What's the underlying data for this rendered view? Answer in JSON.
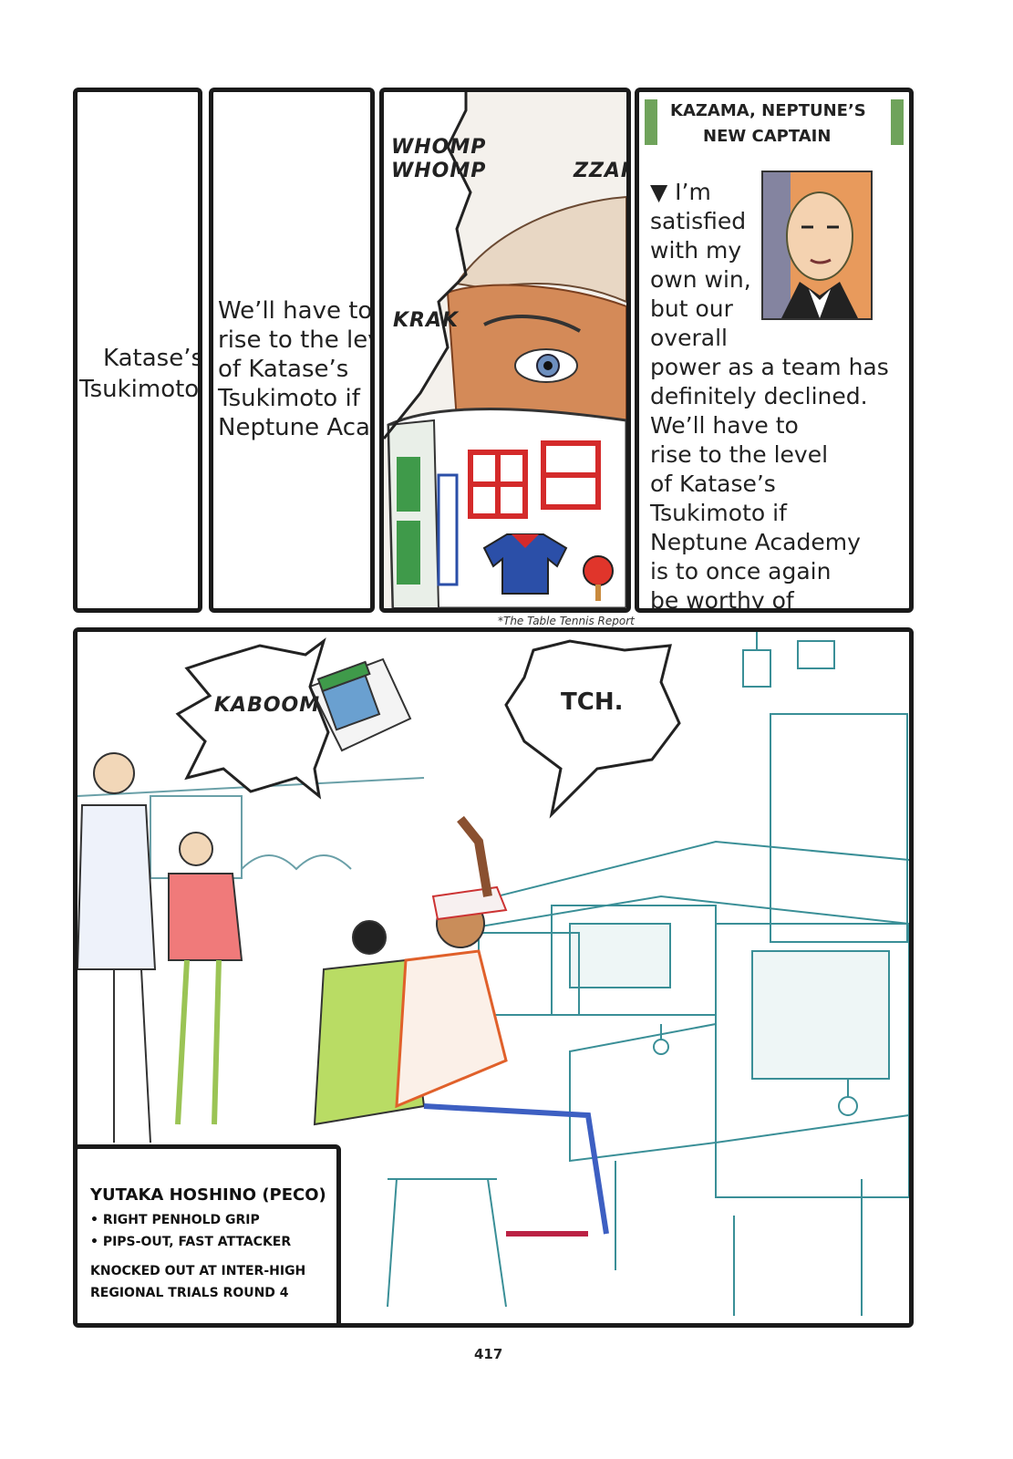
{
  "page": {
    "number": "417"
  },
  "panels": {
    "p1": {
      "line1": "Katase’s",
      "line2": "Tsukimoto"
    },
    "p2": {
      "lines": [
        "We’ll have to",
        "rise to the lev",
        "of Katase’s",
        "Tsukimoto if",
        "Neptune Aca"
      ]
    },
    "p3": {
      "sfx_whomp1": "WHOMP",
      "sfx_whomp2": "WHOMP",
      "sfx_zzap": "ZZAP",
      "sfx_krak": "KRAK",
      "footnote": "*The Table Tennis Report"
    },
    "p4": {
      "header_line1": "KAZAMA, NEPTUNE’S",
      "header_line2": "NEW CAPTAIN",
      "body_lines": [
        "▼ I’m",
        "satisfied",
        "with my",
        "own win,",
        "but our",
        "overall",
        "power as a team has",
        "definitely declined.",
        "We’ll have to",
        "rise to the level",
        "of Katase’s",
        "Tsukimoto if",
        "Neptune Academy",
        "is to once again",
        "be worthy of"
      ]
    },
    "p5": {
      "sfx_kaboom": "KABOOM",
      "speech_tch": "TCH.",
      "profile": {
        "name": "YUTAKA HOSHINO (PECO)",
        "bullet1": "• RIGHT PENHOLD GRIP",
        "bullet2": "• PIPS-OUT, FAST ATTACKER",
        "note1": "KNOCKED OUT AT INTER-HIGH",
        "note2": "REGIONAL TRIALS ROUND 4"
      }
    }
  }
}
